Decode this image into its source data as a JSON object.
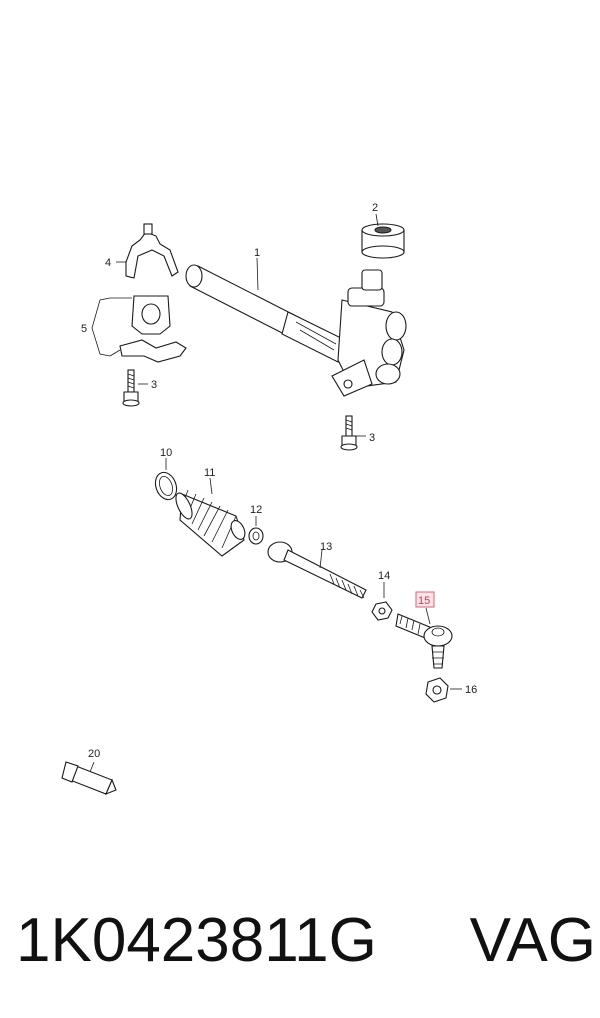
{
  "callouts": {
    "c1": "1",
    "c2": "2",
    "c3a": "3",
    "c3b": "3",
    "c4": "4",
    "c5": "5",
    "c10": "10",
    "c11": "11",
    "c12": "12",
    "c13": "13",
    "c14": "14",
    "c15": "15",
    "c16": "16",
    "c20": "20"
  },
  "highlighted_callout": "15",
  "colors": {
    "highlight_fill": "#fbe3e6",
    "highlight_stroke": "#d9647a"
  },
  "footer": {
    "part_number": "1K0423811G",
    "brand": "VAG"
  }
}
